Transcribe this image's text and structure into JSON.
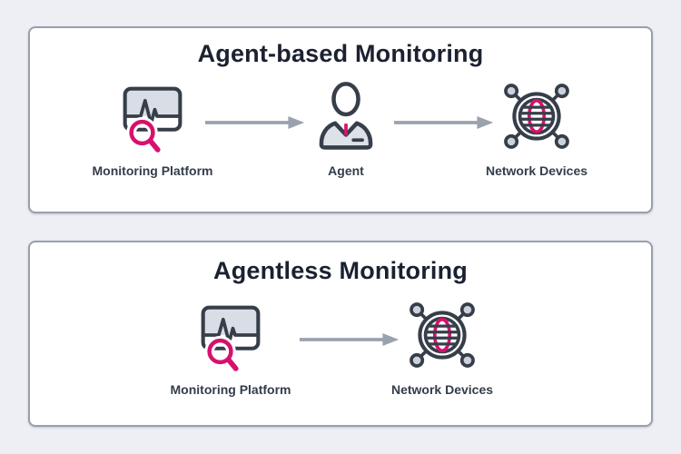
{
  "colors": {
    "background": "#edeff5",
    "panel_bg": "#ffffff",
    "panel_border": "#99a0ab",
    "title_text": "#1b2130",
    "label_text": "#333d4b",
    "icon_outline": "#363e49",
    "icon_gray_fill": "#d9dde5",
    "satellite_fill": "#cbd2da",
    "accent_pink": "#d6116d",
    "arrow_gray": "#9aa2ae"
  },
  "panels": [
    {
      "title": "Agent-based Monitoring",
      "nodes": [
        {
          "icon": "monitor-search-icon",
          "label": "Monitoring Platform"
        },
        {
          "icon": "agent-person-icon",
          "label": "Agent"
        },
        {
          "icon": "network-devices-icon",
          "label": "Network Devices"
        }
      ]
    },
    {
      "title": "Agentless Monitoring",
      "nodes": [
        {
          "icon": "monitor-search-icon",
          "label": "Monitoring Platform"
        },
        {
          "icon": "network-devices-icon",
          "label": "Network Devices"
        }
      ]
    }
  ]
}
